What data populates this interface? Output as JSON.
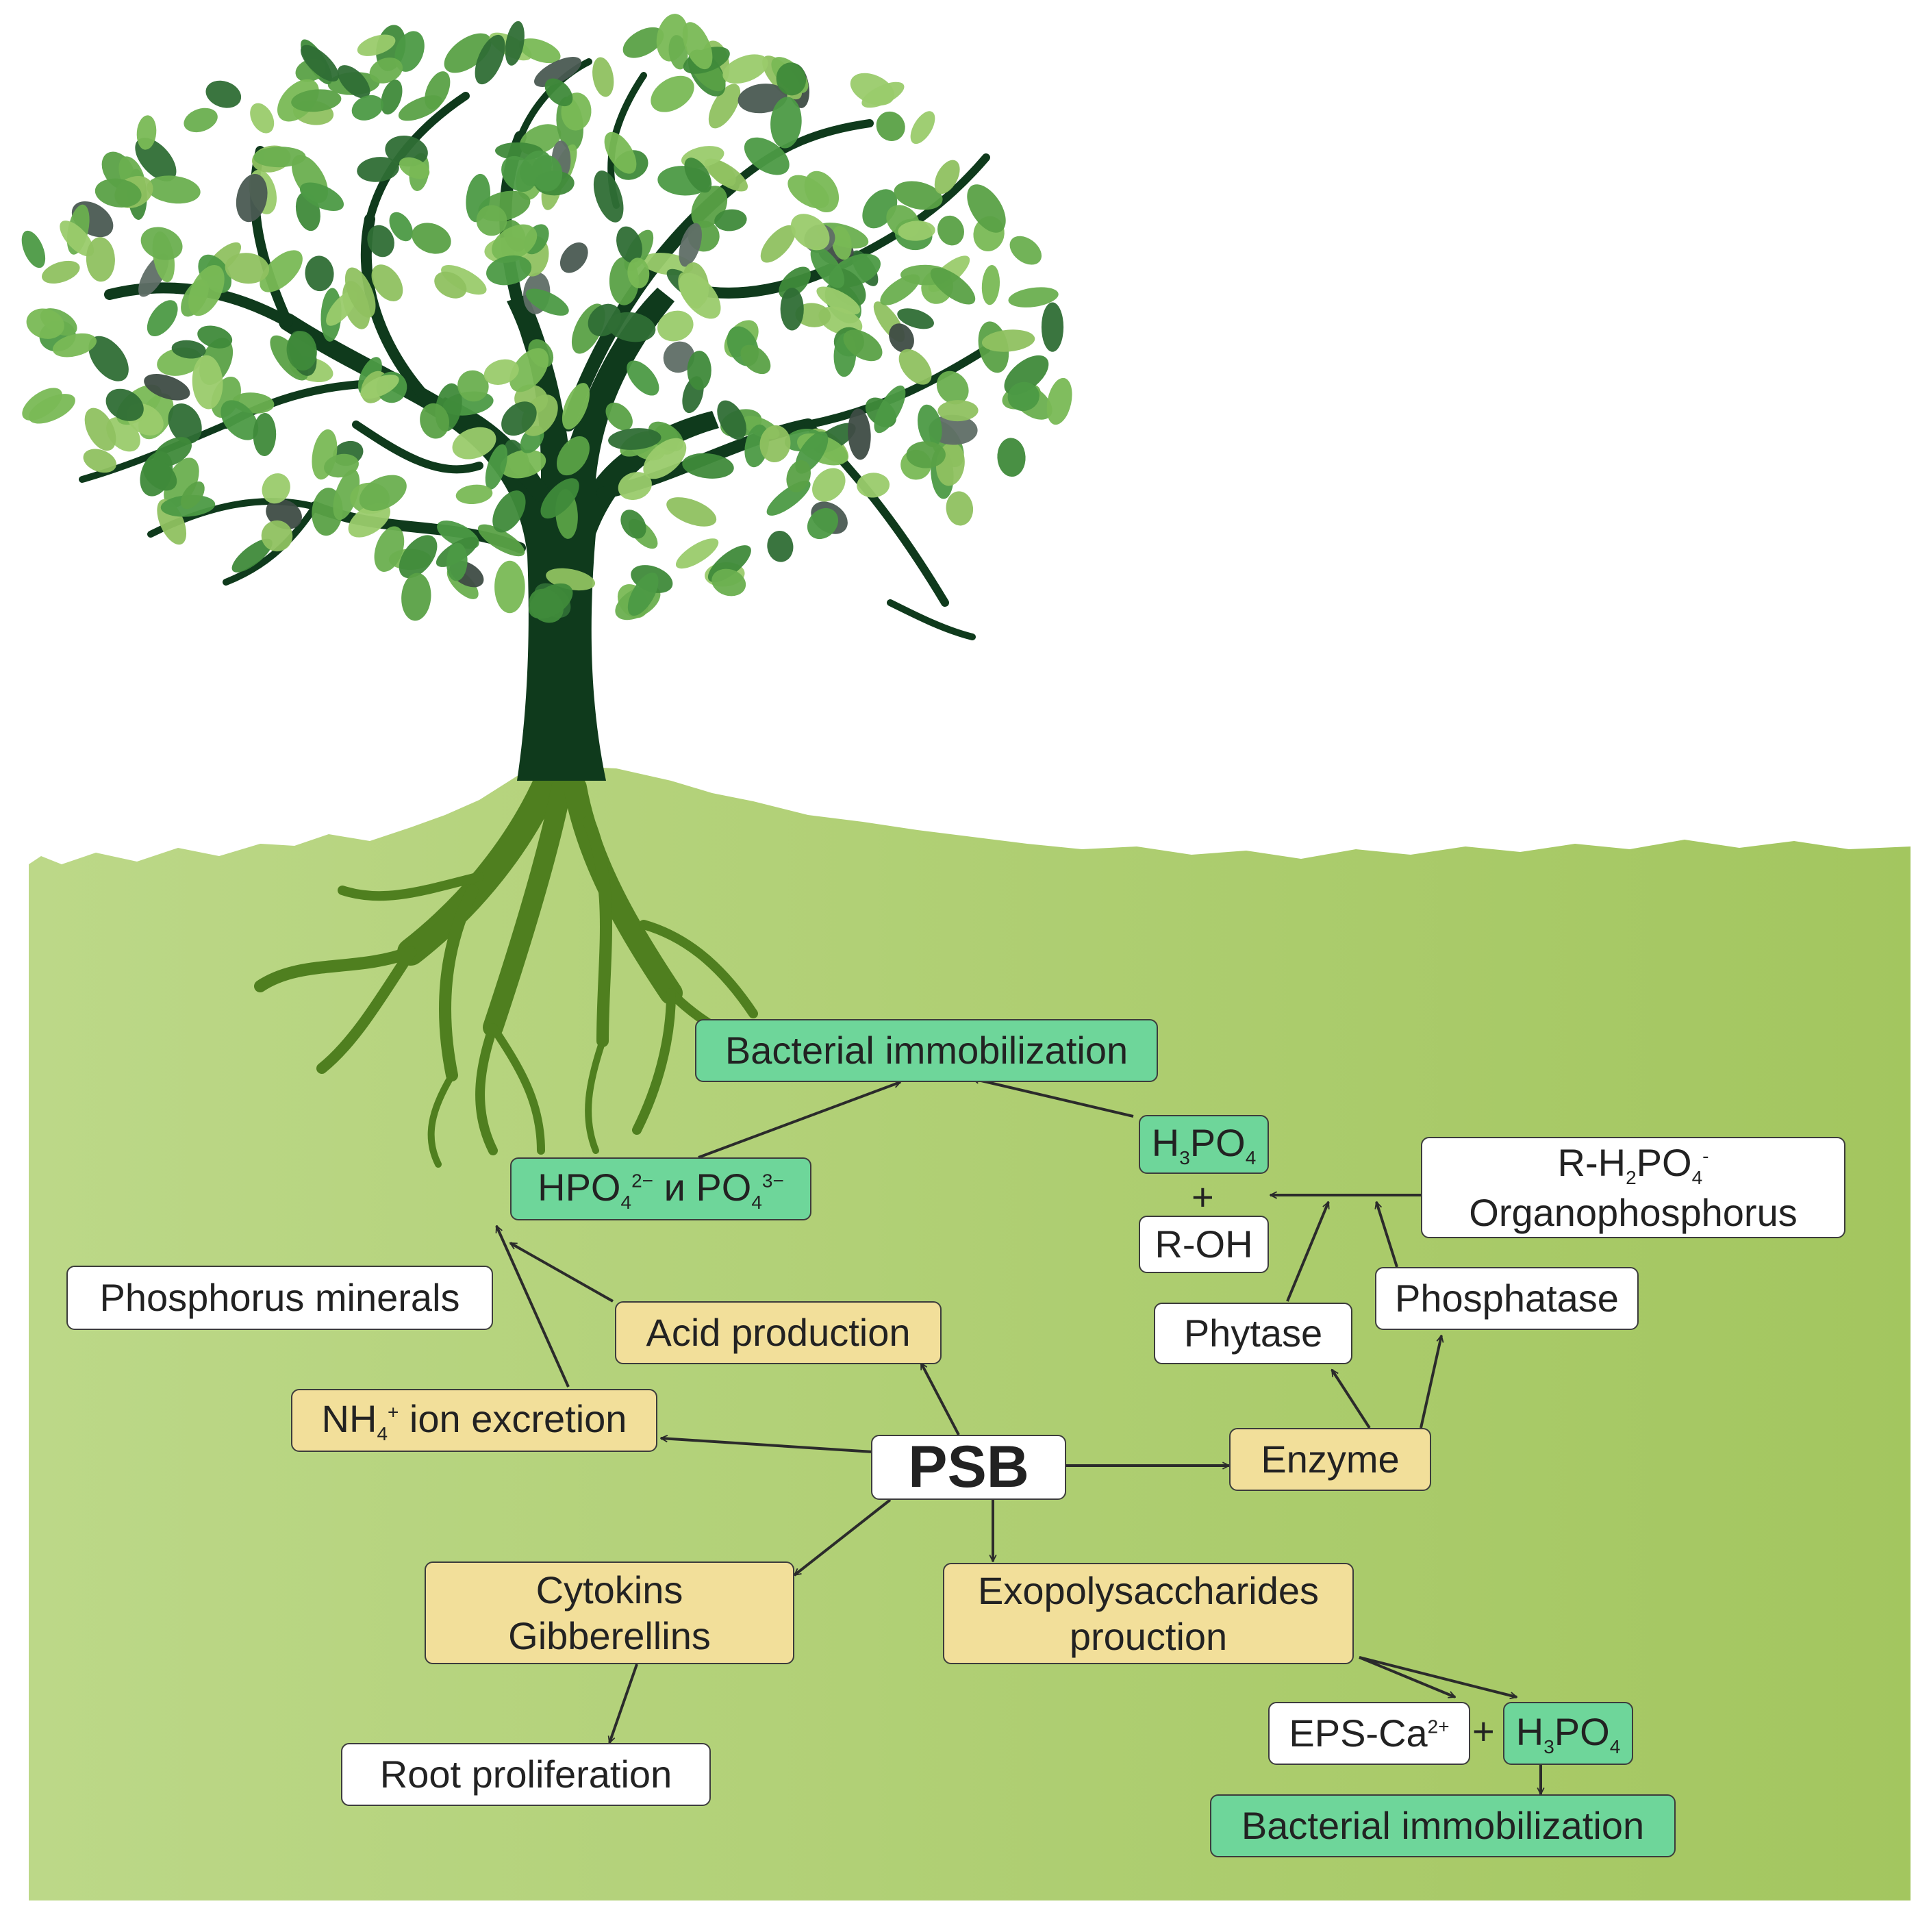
{
  "nodes": {
    "bacterial_immobilization_top": "Bacterial immobilization",
    "h3po4_top": {
      "h": "H",
      "sub3": "3",
      "po": "PO",
      "sub4": "4"
    },
    "plus_top": "+",
    "r_oh": "R-OH",
    "organo": {
      "line1_a": "R-H",
      "sub2": "2",
      "line1_b": "PO",
      "sub4": "4",
      "sup_minus": "-",
      "line2": "Organophosphorus"
    },
    "hpo4_po4": {
      "a": "HPO",
      "sub4a": "4",
      "sup2": "2−",
      "mid": " и PO",
      "sub4b": "4",
      "sup3": "3−"
    },
    "phosphorus_minerals": "Phosphorus minerals",
    "acid_production": "Acid production",
    "phytase": "Phytase",
    "phosphatase": "Phosphatase",
    "nh4_excretion": {
      "a": "NH",
      "sub4": "4",
      "sup_plus": "+",
      "rest": " ion excretion"
    },
    "psb": "PSB",
    "enzyme": "Enzyme",
    "cytokins": {
      "line1": "Cytokins",
      "line2": "Gibberellins"
    },
    "exopolysaccharides": {
      "line1": "Exopolysaccharides",
      "line2": "prouction"
    },
    "root_proliferation": "Root proliferation",
    "eps_ca": {
      "a": "EPS-Ca",
      "sup": "2+"
    },
    "plus_bottom": "+",
    "h3po4_bottom": {
      "h": "H",
      "sub3": "3",
      "po": "PO",
      "sub4": "4"
    },
    "bacterial_immobilization_bottom": "Bacterial immobilization"
  },
  "colors": {
    "soil_light": "#bcd888",
    "soil_dark": "#a3c65f",
    "leaf_green": "#5aa146",
    "trunk": "#0f3a1c",
    "roots": "#4f7f1f",
    "box_green": "#6ed69a",
    "box_yellow": "#f2df9a",
    "box_white": "#ffffff"
  }
}
